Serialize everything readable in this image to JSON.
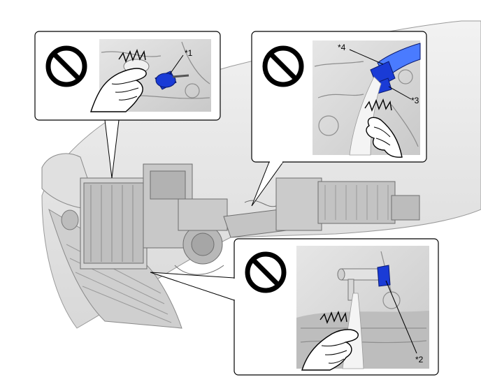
{
  "callouts": {
    "c1": "*1",
    "c2": "*2",
    "c3": "*3",
    "c4": "*4"
  },
  "icons": {
    "prohibition": "prohibition-icon",
    "hand": "hand-icon",
    "spark": "impact-lines-icon"
  },
  "colors": {
    "part_blue": "#1a3bd6",
    "part_light_blue": "#4a7bff",
    "outline": "#000000",
    "photo_bg": "#dcdcdc",
    "vehicle_line": "#9a9a9a"
  }
}
